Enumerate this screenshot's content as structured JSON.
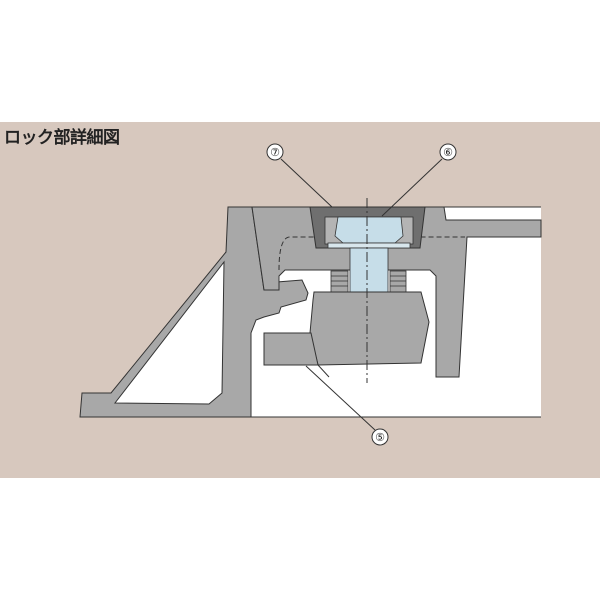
{
  "title": "ロック部詳細図",
  "callouts": [
    {
      "id": "7",
      "label": "⑦"
    },
    {
      "id": "6",
      "label": "⑥"
    },
    {
      "id": "5",
      "label": "⑤"
    }
  ],
  "colors": {
    "background": "#d7c8be",
    "body": "#a8a8a8",
    "cap": "#6f6f6f",
    "bolt": "#c6dde8",
    "outline": "#333333"
  }
}
